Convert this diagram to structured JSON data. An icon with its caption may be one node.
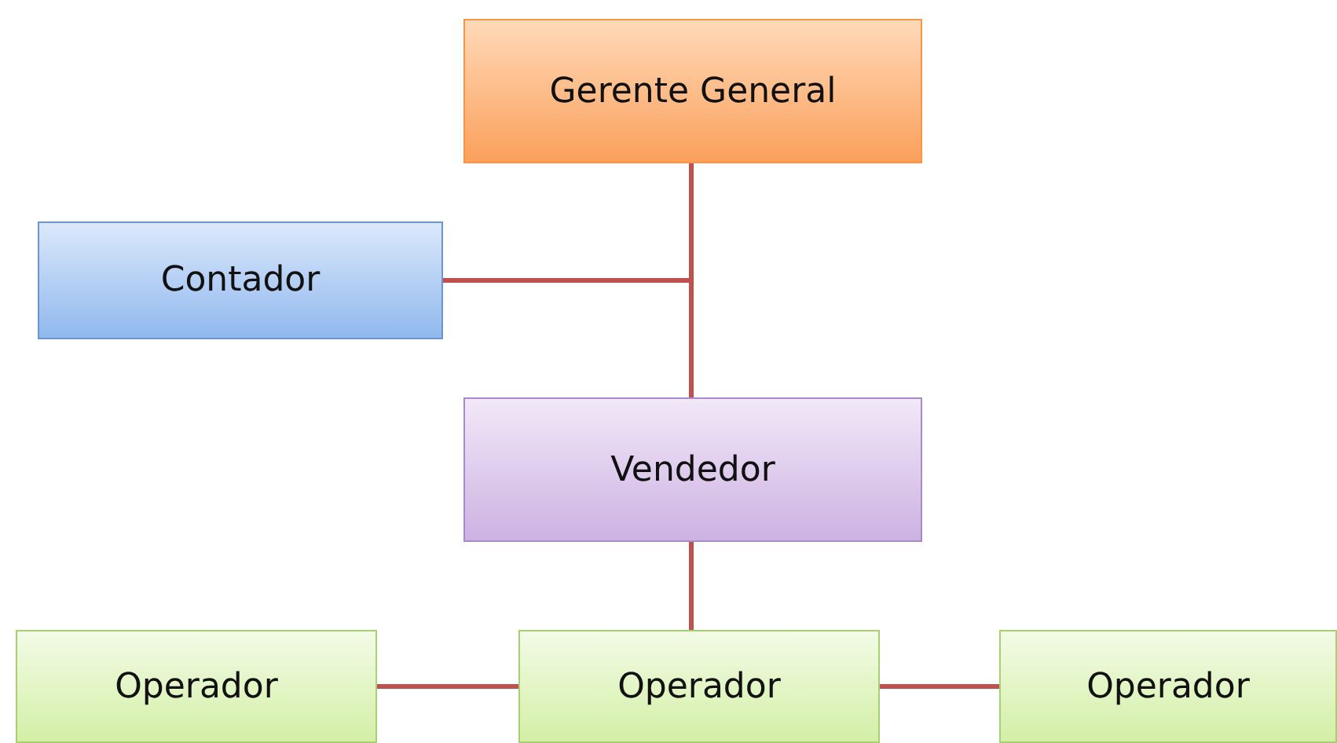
{
  "diagram": {
    "nodes": [
      {
        "text": [
          "Gerente General"
        ]
      },
      {
        "text": [
          "Contador"
        ]
      },
      {
        "text": [
          "Vendedor"
        ]
      },
      {
        "text": [
          "Operador"
        ]
      },
      {
        "text": [
          "Operador"
        ]
      },
      {
        "text": [
          "Operador"
        ]
      }
    ],
    "edges": [
      {
        "from": 0,
        "to": 2,
        "arrow": "none"
      },
      {
        "from": 0,
        "to": 1,
        "arrow": "none"
      },
      {
        "from": 2,
        "to": 4,
        "arrow": "none"
      },
      {
        "from": 4,
        "to": 3,
        "arrow": "none"
      },
      {
        "from": 4,
        "to": 5,
        "arrow": "none"
      }
    ]
  }
}
